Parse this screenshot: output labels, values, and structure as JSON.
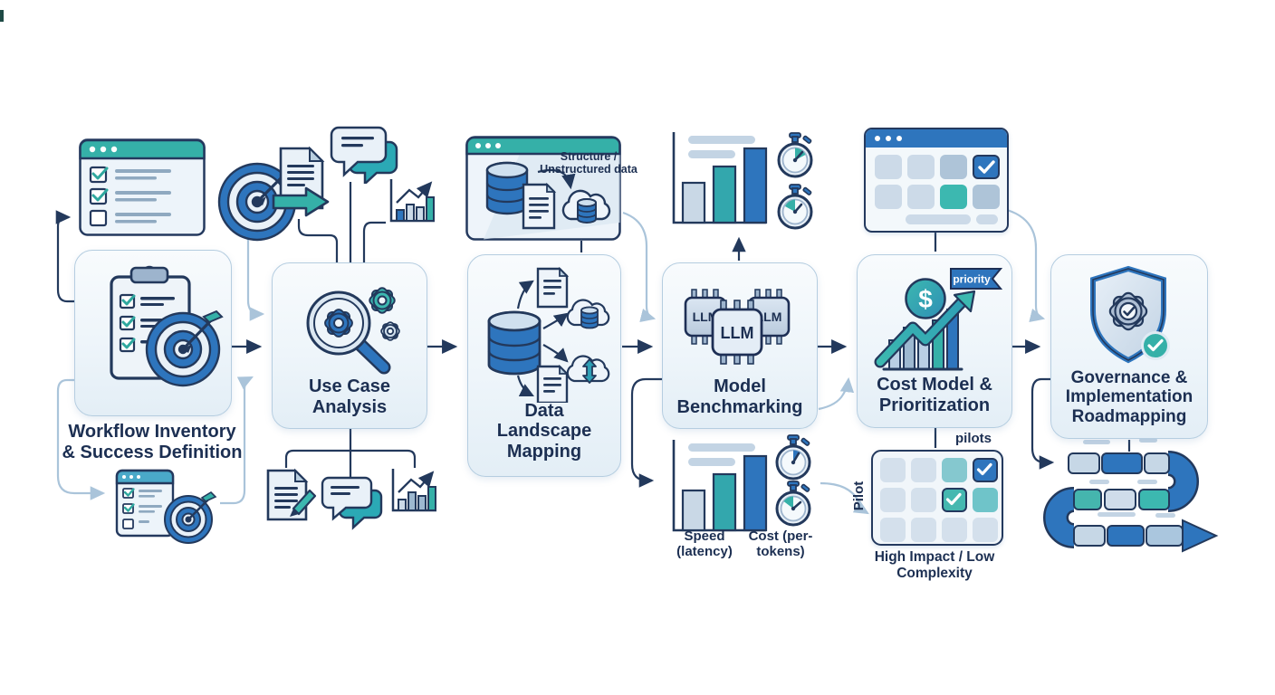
{
  "stages": [
    {
      "id": "workflow-inventory",
      "label": "Workflow Inventory & Success Definition"
    },
    {
      "id": "use-case-analysis",
      "label": "Use Case Analysis"
    },
    {
      "id": "data-landscape-mapping",
      "label": "Data Landscape Mapping"
    },
    {
      "id": "model-benchmarking",
      "label": "Model Benchmarking"
    },
    {
      "id": "cost-model-prioritization",
      "label": "Cost Model & Prioritization"
    },
    {
      "id": "governance-roadmapping",
      "label": "Governance & Implementation Roadmapping"
    }
  ],
  "annotations": {
    "data_window_caption": "Structure / Unstructured data",
    "benchmark_speed": "Speed (latency)",
    "benchmark_cost": "Cost (per-tokens)",
    "pilots_caption": "pilots",
    "pilot_axis": "Pilot",
    "matrix_caption": "High Impact / Low Complexity",
    "priority_flag": "priority",
    "llm_chip": "LLM",
    "dollar_sign": "$"
  },
  "colors": {
    "teal": "#35b0a8",
    "teal_bright": "#3cb8b0",
    "blue": "#2e75bd",
    "navy_outline": "#23395c",
    "navy_text": "#1c2f52",
    "light_fill": "#cfdeeb",
    "lighter_fill": "#e9f1f8",
    "card_border": "#b5cde0",
    "connector_light": "#aac4da",
    "connector_dark": "#23395c"
  }
}
